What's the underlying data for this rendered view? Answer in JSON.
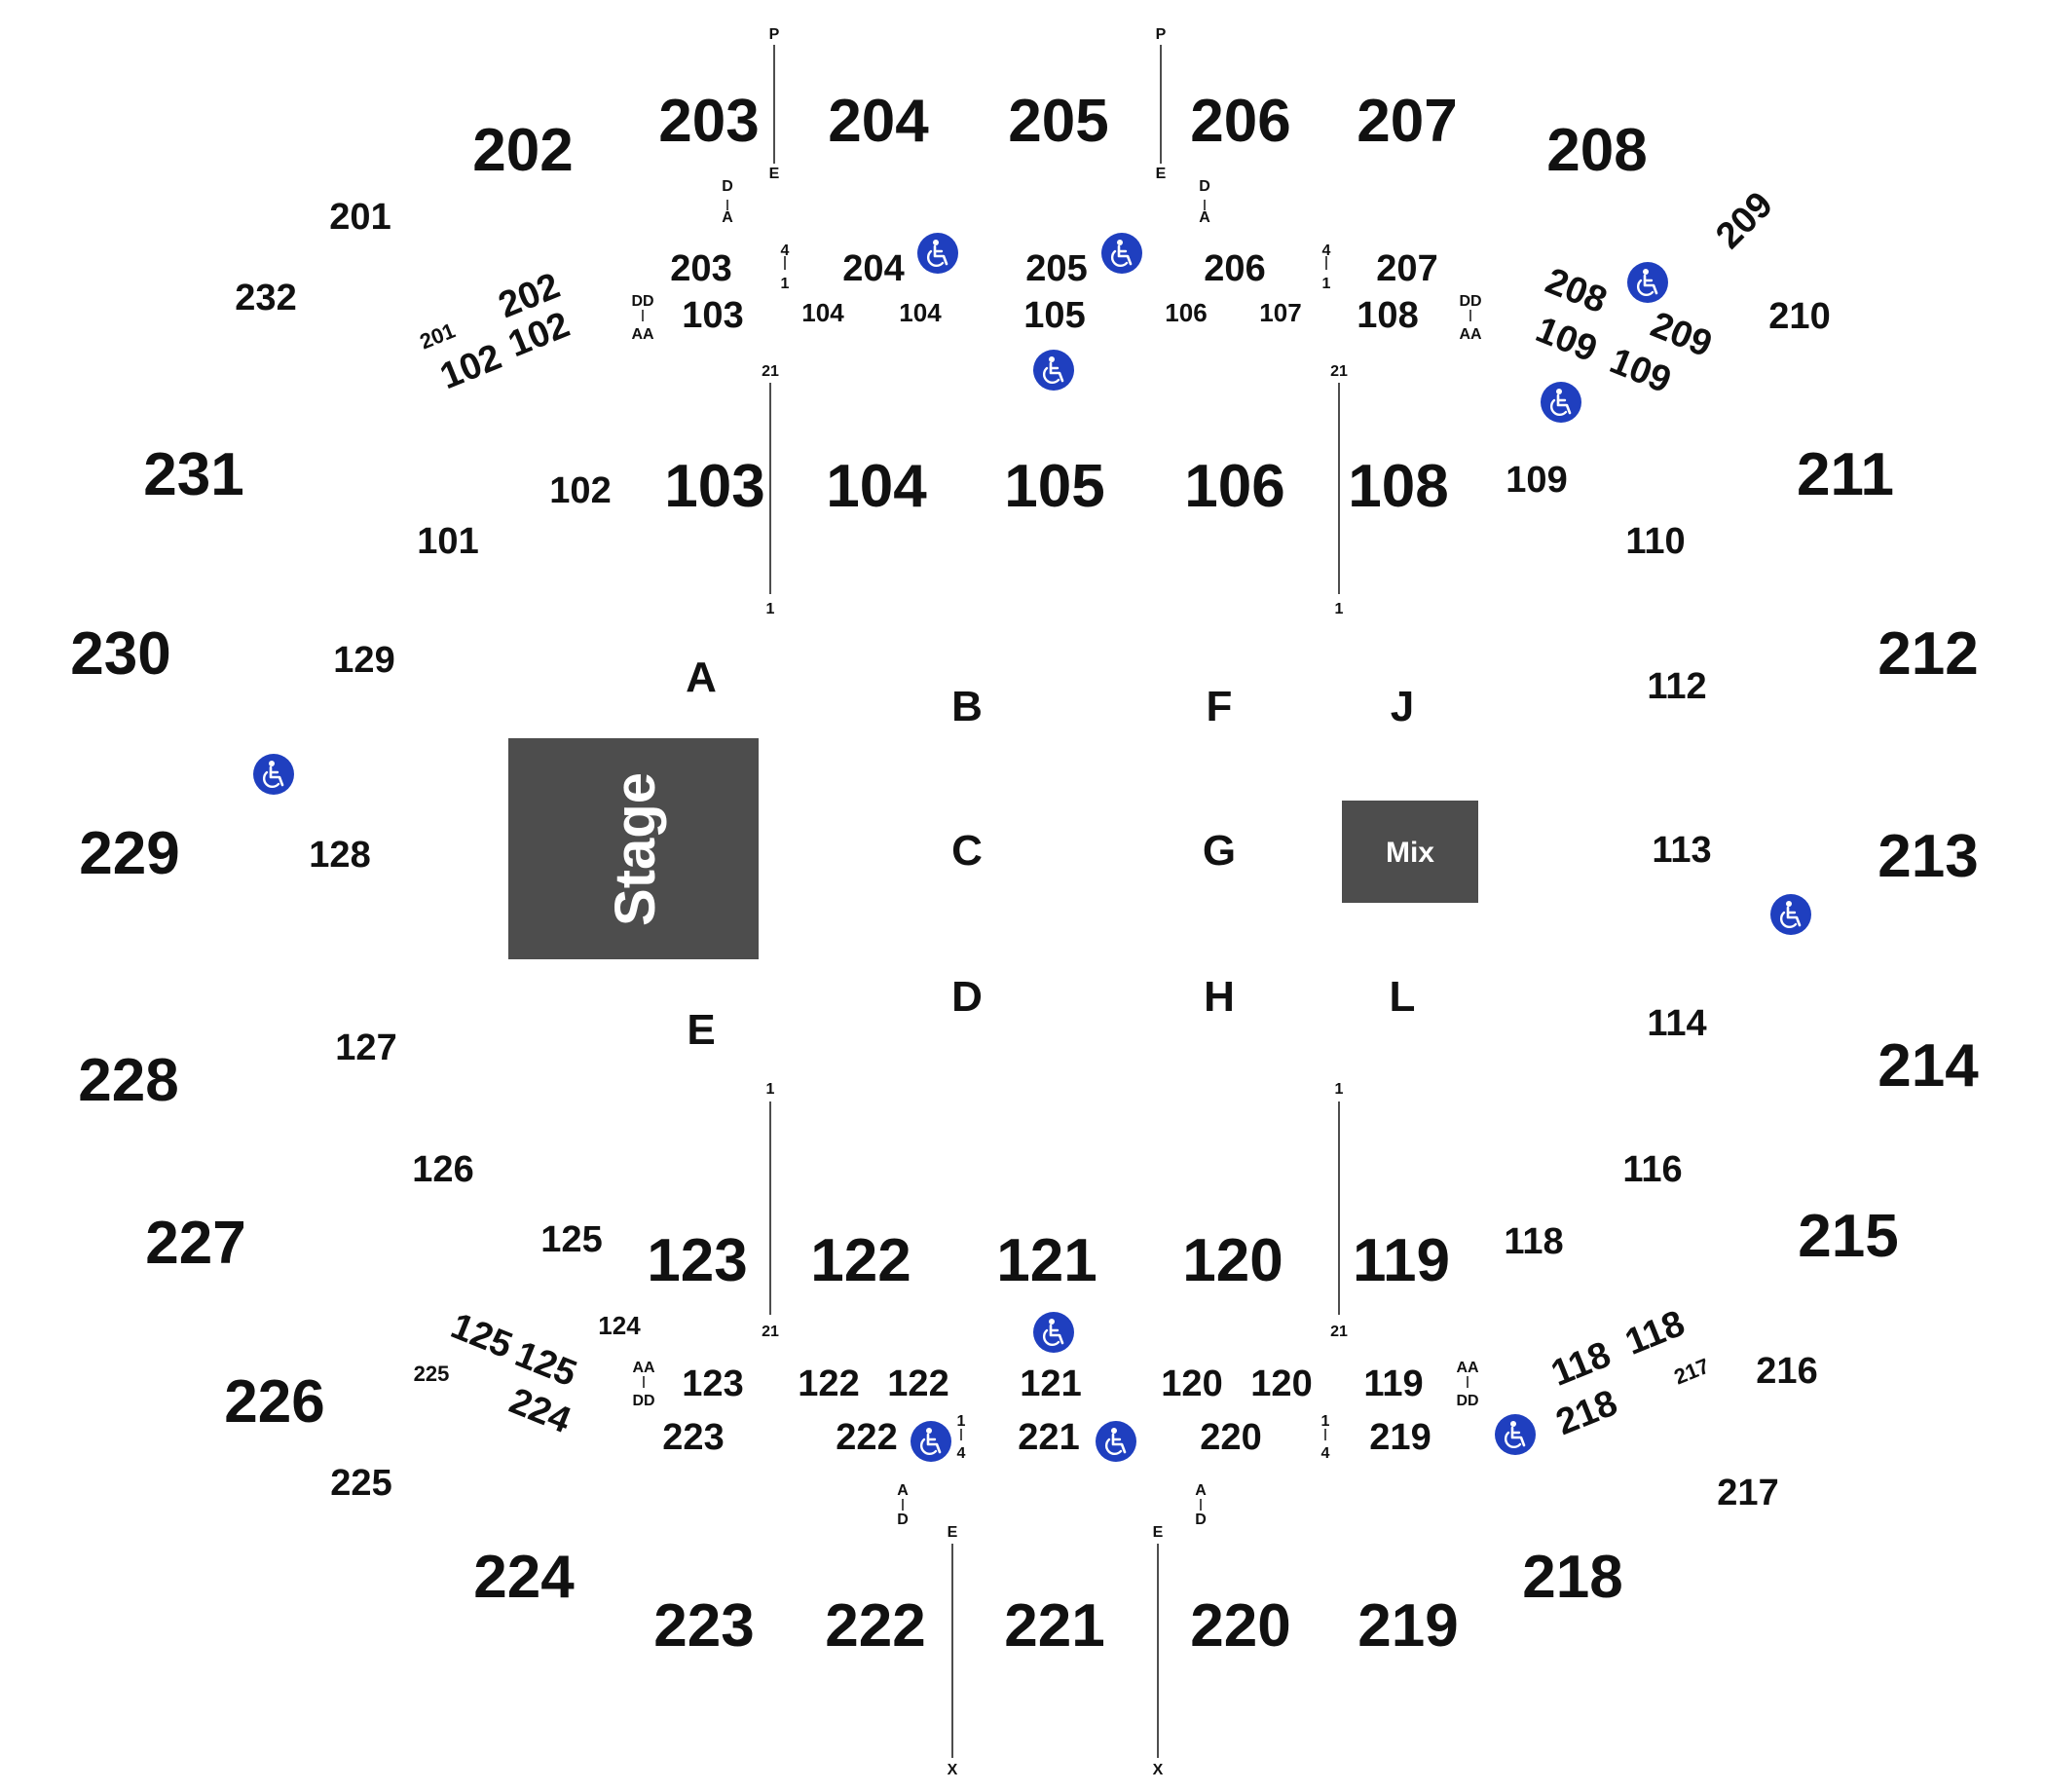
{
  "stage": {
    "label": "Stage",
    "color": "#4d4d4d"
  },
  "mix": {
    "label": "Mix",
    "color": "#4d4d4d"
  },
  "accessibility": {
    "icon": "wheelchair-accessible-icon",
    "color": "#1f3fbf"
  },
  "upper_sections": [
    "201",
    "202",
    "203",
    "204",
    "205",
    "206",
    "207",
    "208",
    "209",
    "210",
    "211",
    "212",
    "213",
    "214",
    "215",
    "216",
    "217",
    "218",
    "219",
    "220",
    "221",
    "222",
    "223",
    "224",
    "225",
    "226",
    "227",
    "228",
    "229",
    "230",
    "231",
    "232"
  ],
  "lower_sections": [
    "101",
    "102",
    "103",
    "104",
    "105",
    "106",
    "108",
    "109",
    "110",
    "112",
    "113",
    "114",
    "116",
    "118",
    "119",
    "120",
    "121",
    "122",
    "123",
    "124",
    "125",
    "126",
    "127",
    "128",
    "129"
  ],
  "floor_sections": [
    "A",
    "B",
    "C",
    "D",
    "E",
    "F",
    "G",
    "H",
    "J",
    "L"
  ],
  "inner_labels": {
    "top": [
      "203",
      "103",
      "204",
      "104",
      "104",
      "205",
      "105",
      "206",
      "106",
      "107",
      "207",
      "108",
      "202",
      "102",
      "102",
      "201",
      "208",
      "109",
      "109",
      "209"
    ],
    "bottom": [
      "123",
      "223",
      "122",
      "122",
      "222",
      "121",
      "221",
      "120",
      "120",
      "220",
      "119",
      "219",
      "125",
      "125",
      "224",
      "225",
      "118",
      "118",
      "218",
      "217"
    ]
  },
  "row_markers": {
    "top_upper_a": [
      "P",
      "E"
    ],
    "top_upper_b": [
      "P",
      "E"
    ],
    "top_rows_a": [
      "D",
      "A"
    ],
    "top_rows_b": [
      "D",
      "A"
    ],
    "top_small_a": [
      "4",
      "1"
    ],
    "top_small_b": [
      "4",
      "1"
    ],
    "top_dd_a": [
      "DD",
      "AA"
    ],
    "top_dd_b": [
      "DD",
      "AA"
    ],
    "top_lower_a": [
      "21",
      "1"
    ],
    "top_lower_b": [
      "21",
      "1"
    ],
    "bottom_lower_a": [
      "1",
      "21"
    ],
    "bottom_lower_b": [
      "1",
      "21"
    ],
    "bottom_aa_a": [
      "AA",
      "DD"
    ],
    "bottom_aa_b": [
      "AA",
      "DD"
    ],
    "bottom_small_a": [
      "1",
      "4"
    ],
    "bottom_small_b": [
      "1",
      "4"
    ],
    "bottom_rows_a": [
      "A",
      "D"
    ],
    "bottom_rows_b": [
      "A",
      "D"
    ],
    "bottom_upper_a": [
      "E",
      "X"
    ],
    "bottom_upper_b": [
      "E",
      "X"
    ]
  }
}
